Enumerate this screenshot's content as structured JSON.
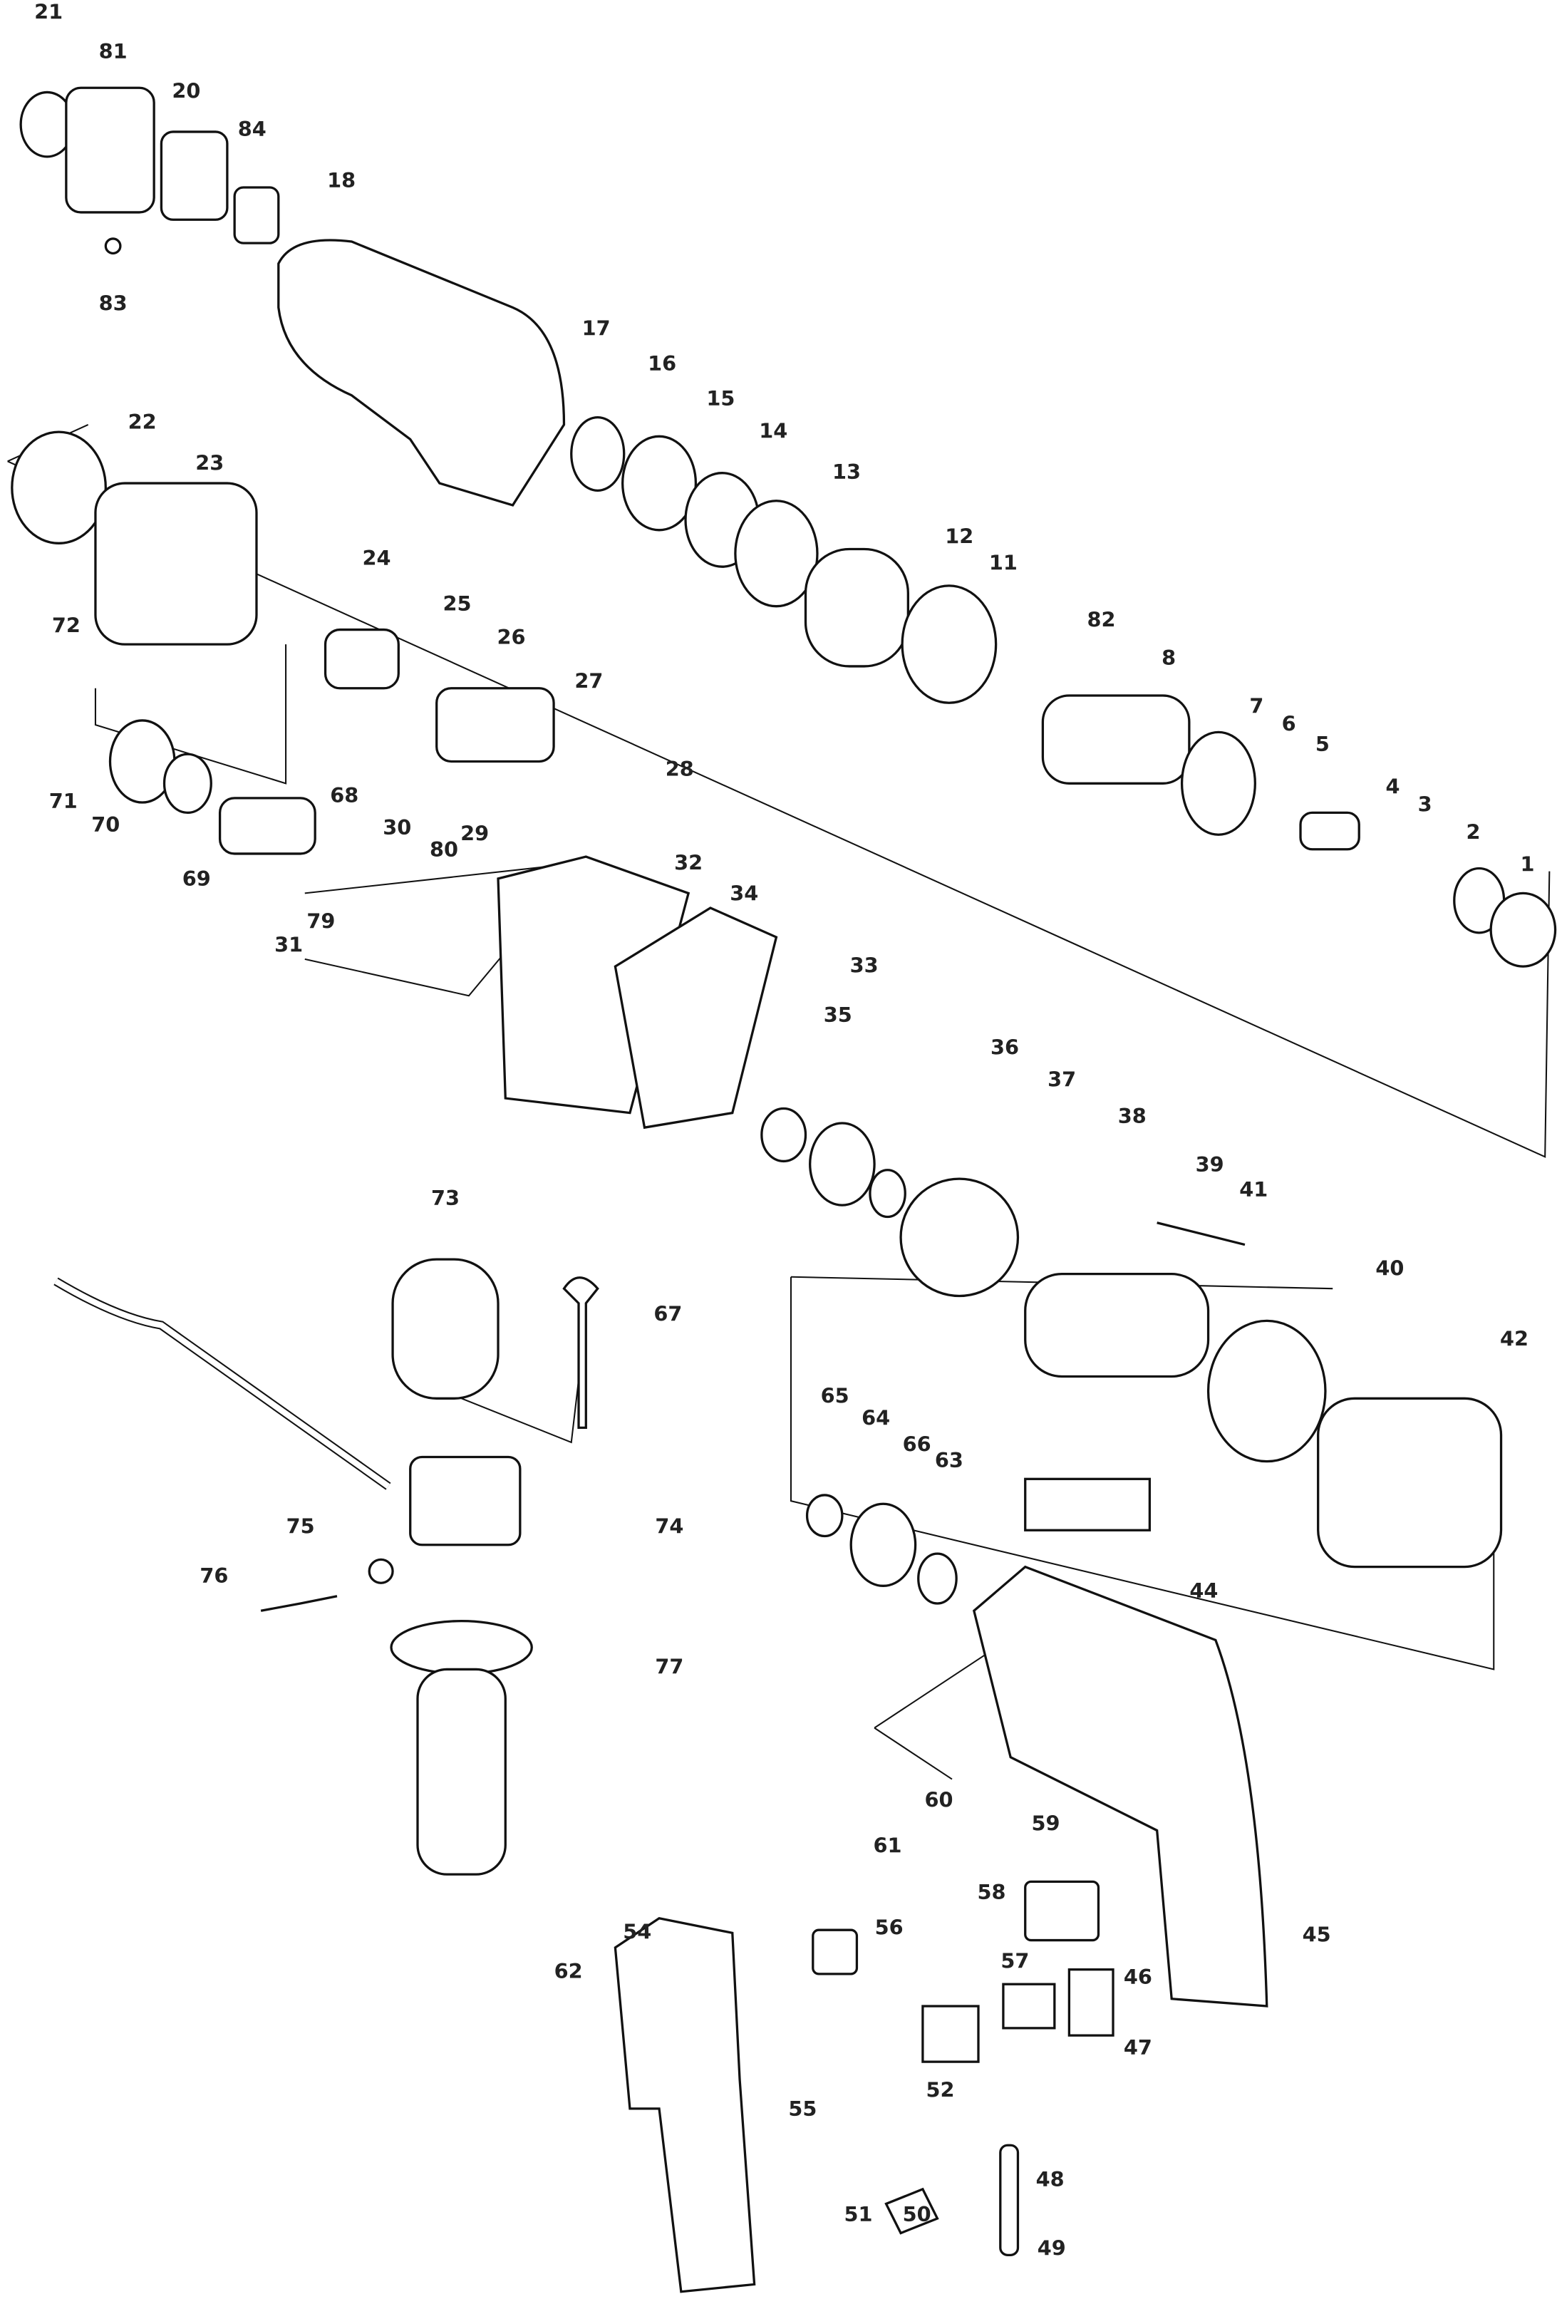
{
  "diagram": {
    "type": "exploded-parts-diagram",
    "part_labels": [
      "21",
      "81",
      "20",
      "84",
      "18",
      "83",
      "17",
      "16",
      "15",
      "14",
      "13",
      "12",
      "11",
      "82",
      "8",
      "7",
      "6",
      "5",
      "4",
      "3",
      "2",
      "1",
      "22",
      "23",
      "24",
      "25",
      "26",
      "72",
      "27",
      "28",
      "71",
      "70",
      "68",
      "30",
      "80",
      "29",
      "69",
      "32",
      "34",
      "31",
      "79",
      "33",
      "35",
      "36",
      "37",
      "38",
      "39",
      "41",
      "73",
      "67",
      "40",
      "42",
      "65",
      "64",
      "66",
      "63",
      "75",
      "74",
      "76",
      "44",
      "77",
      "60",
      "59",
      "61",
      "58",
      "54",
      "62",
      "56",
      "45",
      "57",
      "46",
      "52",
      "47",
      "55",
      "48",
      "50",
      "51",
      "49"
    ]
  }
}
